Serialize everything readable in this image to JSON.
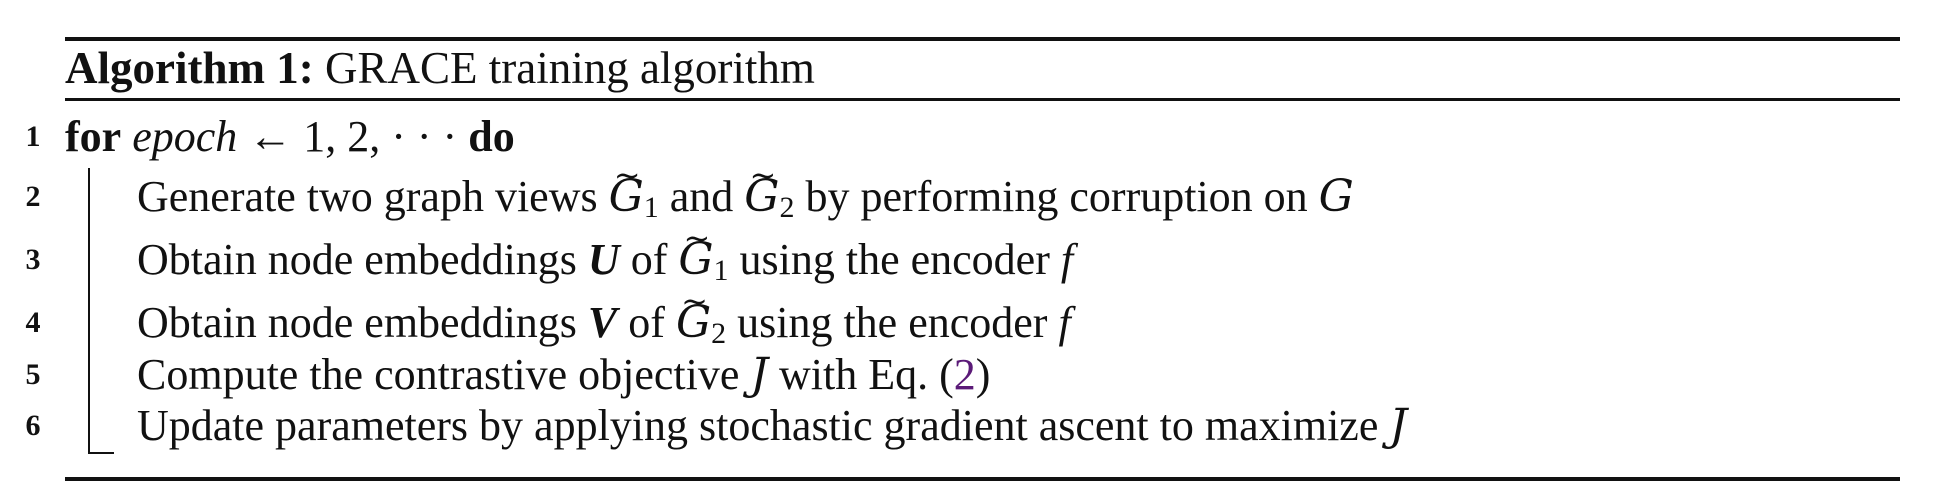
{
  "algorithm": {
    "label": "Algorithm 1:",
    "title": "GRACE training algorithm"
  },
  "lines": [
    {
      "num": "1",
      "kw_for": "for",
      "var": "epoch",
      "arrow": "←",
      "range": "1, 2, · · ·",
      "kw_do": "do"
    },
    {
      "num": "2",
      "t1": "Generate two graph views ",
      "g": "G",
      "sub1": "1",
      "t2": " and ",
      "sub2": "2",
      "t3": " by performing corruption on "
    },
    {
      "num": "3",
      "t1": "Obtain node embeddings ",
      "m": "U",
      "t2": " of ",
      "g": "G",
      "sub": "1",
      "t3": " using the encoder ",
      "f": "f"
    },
    {
      "num": "4",
      "t1": "Obtain node embeddings ",
      "m": "V",
      "t2": " of ",
      "g": "G",
      "sub": "2",
      "t3": " using the encoder ",
      "f": "f"
    },
    {
      "num": "5",
      "t1": "Compute the contrastive objective ",
      "j": "J",
      "t2": " with Eq. (",
      "ref": "2",
      "t3": ")"
    },
    {
      "num": "6",
      "t1": "Update parameters by applying stochastic gradient ascent to maximize ",
      "j": "J"
    }
  ],
  "colors": {
    "text": "#111111",
    "link": "#5b1a78"
  }
}
